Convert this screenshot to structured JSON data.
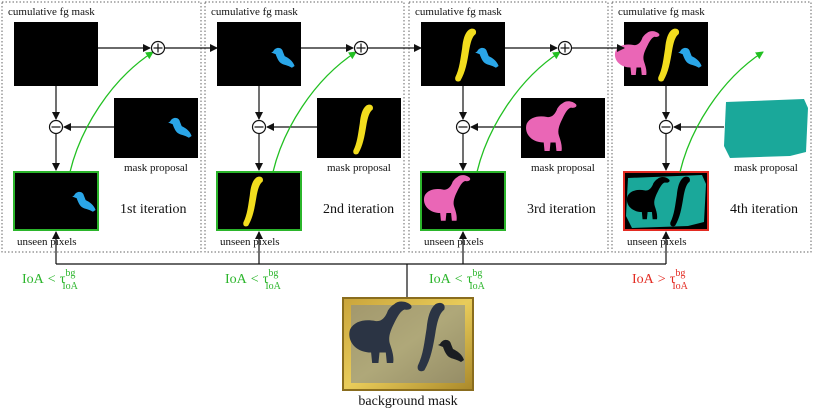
{
  "panels": [
    {
      "title": "cumulative fg mask",
      "mask_proposal_label": "mask proposal",
      "unseen_label": "unseen pixels",
      "iteration_label": "1st iteration",
      "condition": {
        "lhs": "IoA",
        "op": "<",
        "sup": "bg",
        "sub": "IoA",
        "color": "#2bb52b"
      },
      "unseen_border": "#2bb52b"
    },
    {
      "title": "cumulative fg mask",
      "mask_proposal_label": "mask proposal",
      "unseen_label": "unseen pixels",
      "iteration_label": "2nd iteration",
      "condition": {
        "lhs": "IoA",
        "op": "<",
        "sup": "bg",
        "sub": "IoA",
        "color": "#2bb52b"
      },
      "unseen_border": "#2bb52b"
    },
    {
      "title": "cumulative fg mask",
      "mask_proposal_label": "mask proposal",
      "unseen_label": "unseen pixels",
      "iteration_label": "3rd iteration",
      "condition": {
        "lhs": "IoA",
        "op": "<",
        "sup": "bg",
        "sub": "IoA",
        "color": "#2bb52b"
      },
      "unseen_border": "#2bb52b"
    },
    {
      "title": "cumulative fg mask",
      "mask_proposal_label": "mask proposal",
      "unseen_label": "unseen pixels",
      "iteration_label": "4th iteration",
      "condition": {
        "lhs": "IoA",
        "op": ">",
        "sup": "bg",
        "sub": "IoA",
        "color": "#e32b22"
      },
      "unseen_border": "#e32b22"
    }
  ],
  "background_label": "background mask",
  "colors": {
    "bird": "#2aa6e8",
    "stick": "#f2dd1e",
    "dino": "#ea66b6",
    "rest": "#1aa89a",
    "progress_arrow": "#22c022",
    "arrow": "#111111"
  },
  "icons": {
    "add": "circled-plus-icon",
    "subtract": "circled-minus-icon"
  }
}
